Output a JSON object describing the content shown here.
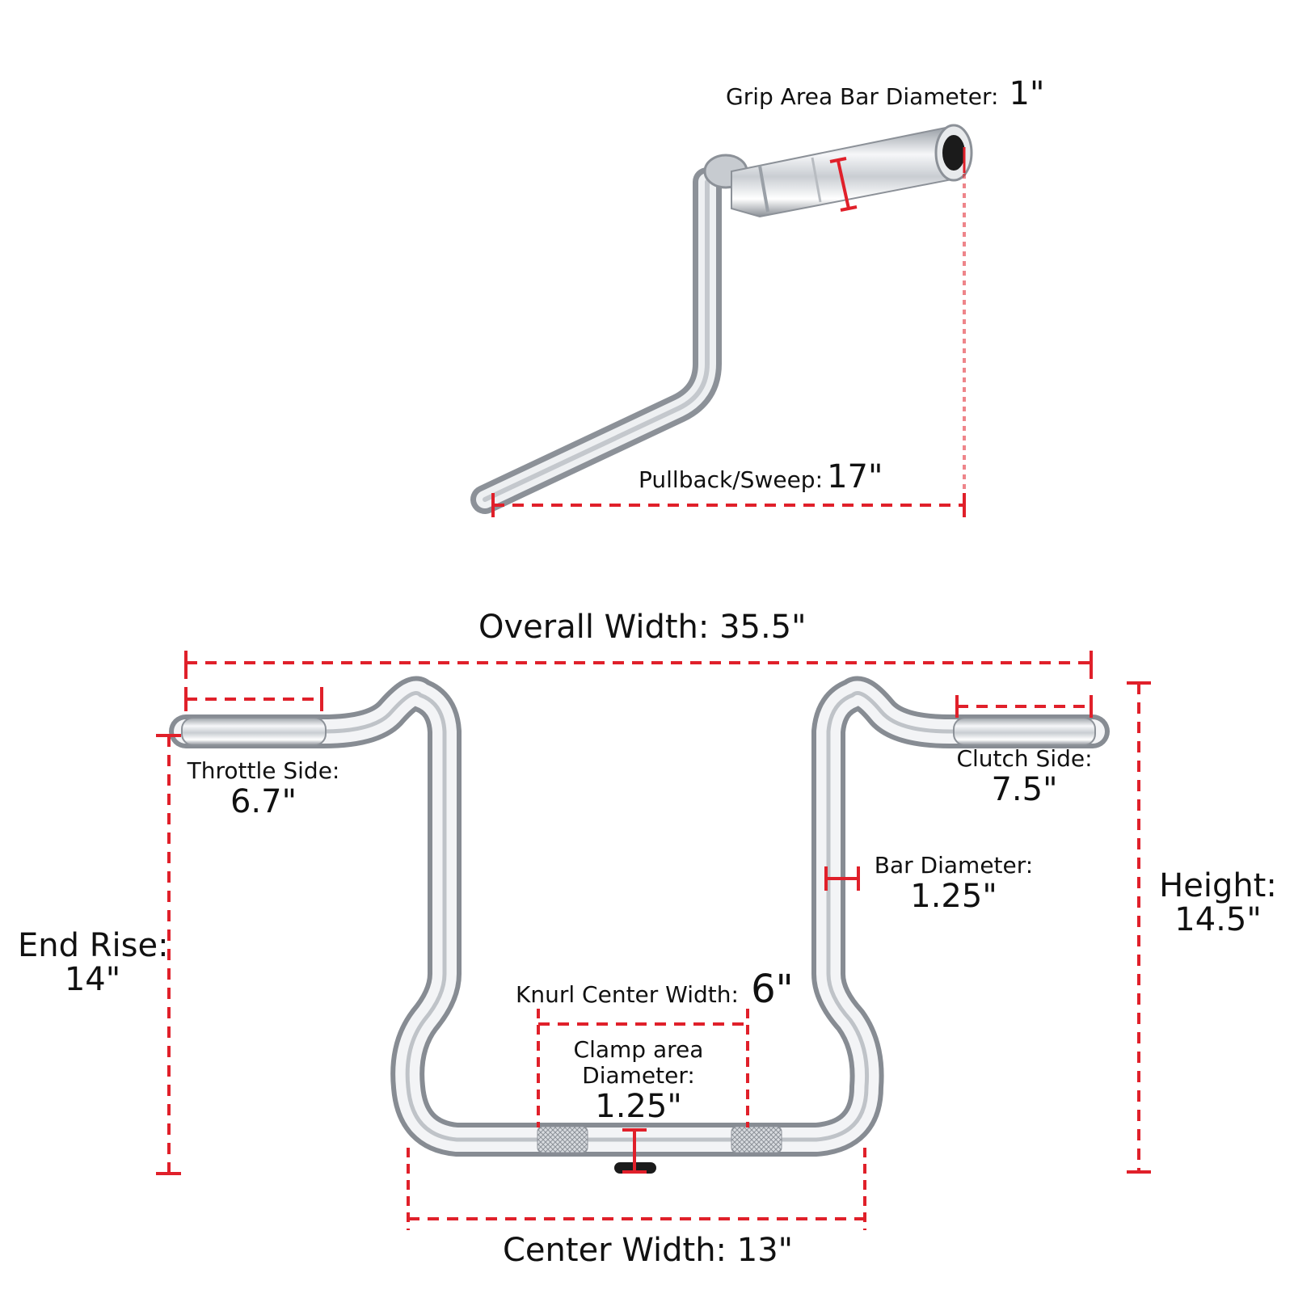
{
  "grip_diameter": {
    "label": "Grip Area Bar Diameter:",
    "value": "1\""
  },
  "pullback": {
    "label": "Pullback/Sweep:",
    "value": "17\""
  },
  "overall_width": {
    "text": "Overall Width: 35.5\""
  },
  "throttle_side": {
    "label": "Throttle Side:",
    "value": "6.7\""
  },
  "clutch_side": {
    "label": "Clutch Side:",
    "value": "7.5\""
  },
  "bar_diameter": {
    "label": "Bar Diameter:",
    "value": "1.25\""
  },
  "end_rise": {
    "label": "End Rise:",
    "value": "14\""
  },
  "height": {
    "label": "Height:",
    "value": "14.5\""
  },
  "knurl_center_width": {
    "label": "Knurl Center Width:",
    "value": "6\""
  },
  "clamp_area": {
    "line1": "Clamp area",
    "line2": "Diameter:",
    "value": "1.25\""
  },
  "center_width": {
    "text": "Center Width: 13\""
  },
  "colors": {
    "dimension": "#e0202a",
    "chrome_dark": "#8a8f96",
    "chrome_light": "#f4f6f8"
  }
}
